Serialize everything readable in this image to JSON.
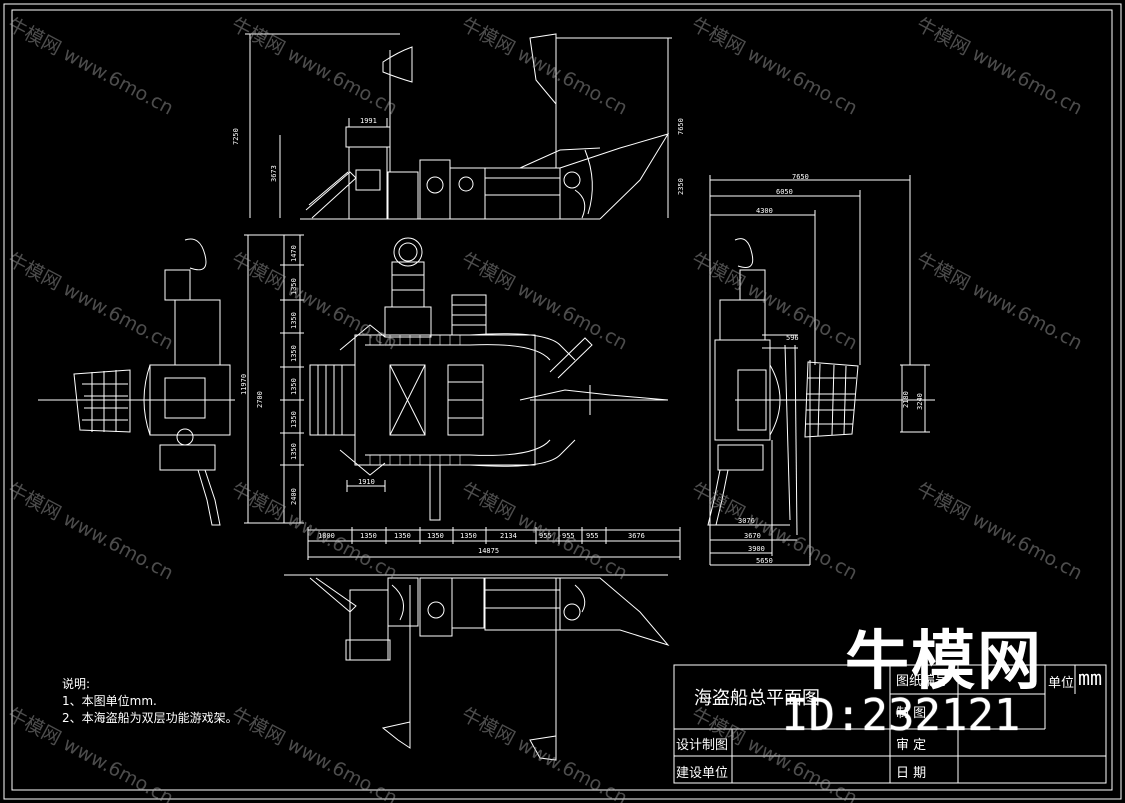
{
  "drawing": {
    "title": "海盗船总平面图",
    "notes": {
      "heading": "说明:",
      "line1": "1、本图单位mm.",
      "line2": "2、本海盗船为双层功能游戏架。"
    },
    "title_block": {
      "drawing_no": "图纸编号",
      "unit_label": "单位",
      "unit_value": "mm",
      "drawing_label": "制    图",
      "designer": "设计制图",
      "checker": "审    定",
      "builder": "建设单位",
      "date": "日    期"
    },
    "dimensions": {
      "front_height": "7250",
      "front_width": "1991",
      "front_sub": "3673",
      "front_right_height": "7650",
      "front_right_sub": "2350",
      "left_1": "1470",
      "left_2": "1350",
      "left_3": "1350",
      "left_4": "1350",
      "left_5": "1350",
      "left_6": "1350",
      "left_7": "1350",
      "left_8": "2400",
      "left_total": "11970",
      "left_mid": "2700",
      "small_1910": "1910",
      "bottom_1": "1800",
      "bottom_2": "1350",
      "bottom_3": "1350",
      "bottom_4": "1350",
      "bottom_5": "1350",
      "bottom_6": "2134",
      "bottom_7": "955",
      "bottom_8": "955",
      "bottom_9": "955",
      "bottom_10": "3676",
      "bottom_total": "14875",
      "right_top_1": "7650",
      "right_top_2": "6050",
      "right_top_3": "4300",
      "right_596": "596",
      "right_2180": "2180",
      "right_3240": "3240",
      "right_bot_1": "3076",
      "right_bot_2": "3670",
      "right_bot_3": "3900",
      "right_bot_4": "5650"
    }
  },
  "watermark": {
    "brand": "牛模网",
    "site": "www.6mo.cn",
    "logo": "牛模网",
    "id": "ID:232121"
  }
}
